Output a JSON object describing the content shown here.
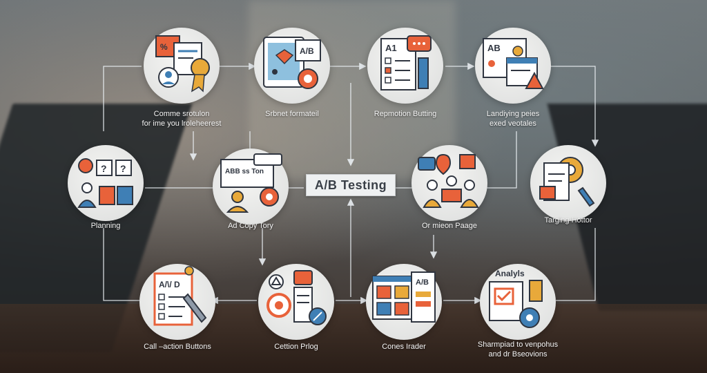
{
  "center": {
    "label": "A/B Testing"
  },
  "nodes": [
    {
      "id": "comme",
      "lines": [
        "Comme srotulon",
        "for ime you lroleheerest"
      ]
    },
    {
      "id": "format",
      "lines": [
        "Srbnet formateil"
      ]
    },
    {
      "id": "repmotion",
      "lines": [
        "Repmotion Butting"
      ]
    },
    {
      "id": "landying",
      "lines": [
        "Landiying peies",
        "exed veotales"
      ]
    },
    {
      "id": "planning",
      "lines": [
        "Planning"
      ]
    },
    {
      "id": "adcopy",
      "lines": [
        "Ad Copy Tory"
      ],
      "icon_text": "ABB ss Ton"
    },
    {
      "id": "ormiseon",
      "lines": [
        "Or mieon Paage"
      ]
    },
    {
      "id": "targing",
      "lines": [
        "Targing Hottor"
      ]
    },
    {
      "id": "calltoaction",
      "lines": [
        "Call –action Buttons"
      ],
      "icon_text": "A/\\/ D"
    },
    {
      "id": "cettion",
      "lines": [
        "Cettion Prlog"
      ]
    },
    {
      "id": "cones",
      "lines": [
        "Cones Irader"
      ],
      "icon_text": "A/B"
    },
    {
      "id": "sharmpiad",
      "lines": [
        "Sharmpiad to venpohus",
        "and dr Bseovions"
      ],
      "icon_text": "Analyls"
    }
  ],
  "icon_labels": {
    "format_tag": "A/B",
    "repmotion_tag": "A1",
    "landying_tag": "AB"
  },
  "colors": {
    "accent_orange": "#e8623a",
    "accent_blue": "#3f7fb5",
    "accent_gold": "#e8a93a",
    "line_white": "#e9eef2"
  }
}
